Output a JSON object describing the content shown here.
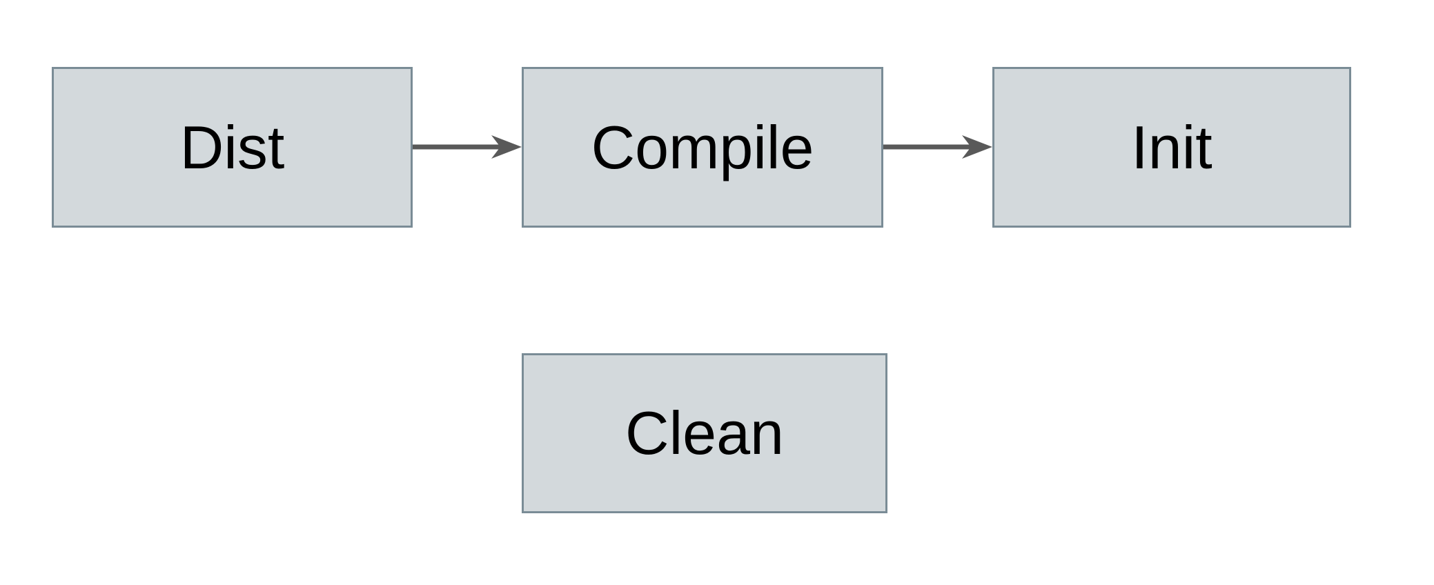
{
  "diagram": {
    "title": "build-tasks-flowchart",
    "nodes": [
      {
        "id": "dist",
        "label": "Dist"
      },
      {
        "id": "compile",
        "label": "Compile"
      },
      {
        "id": "init",
        "label": "Init"
      },
      {
        "id": "clean",
        "label": "Clean"
      }
    ],
    "edges": [
      {
        "from": "dist",
        "to": "compile",
        "direction": "right"
      },
      {
        "from": "compile",
        "to": "init",
        "direction": "right"
      }
    ],
    "colors": {
      "background": "#ffffff",
      "node_fill": "#d3d9dc",
      "node_border": "#7a8c96",
      "arrow": "#595959",
      "text": "#000000"
    }
  }
}
